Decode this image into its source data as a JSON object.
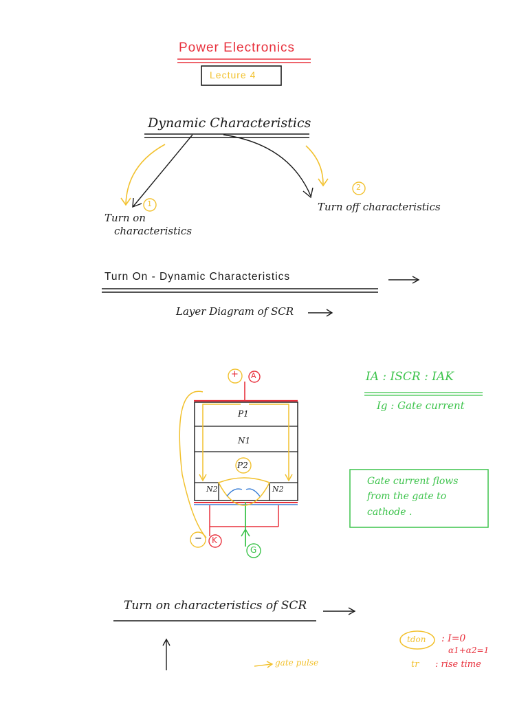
{
  "header": {
    "title": "Power Electronics",
    "lecture": "Lecture 4"
  },
  "dynamic": {
    "heading": "Dynamic Characteristics",
    "branch1_number": "1",
    "branch1_label_line1": "Turn on",
    "branch1_label_line2": "characteristics",
    "branch2_number": "2",
    "branch2_label": "Turn off characteristics"
  },
  "turn_on_section": {
    "heading": "Turn On - Dynamic Characteristics",
    "sub": "Layer Diagram of SCR"
  },
  "scr_diagram": {
    "plus_label": "+",
    "anode_label": "A",
    "layer_p1": "P1",
    "layer_n1": "N1",
    "layer_p2": "P2",
    "layer_n2_left": "N2",
    "layer_n2_right": "N2",
    "minus_label": "−",
    "cathode_label": "K",
    "gate_label": "G"
  },
  "notes": {
    "currents_line1": "IA : ISCR : IAK",
    "currents_line2": "Ig : Gate current",
    "box_text_line1": "Gate current flows",
    "box_text_line2": "from the gate to",
    "box_text_line3": "cathode ."
  },
  "turn_on_scr": {
    "heading": "Turn on characteristics of SCR",
    "gate_pulse": "gate pulse",
    "t_don": "tdon",
    "t_don_def": ": I=0",
    "alpha_eq": "α1+α2=1",
    "t_r": "tr",
    "t_r_def": ": rise time"
  },
  "colors": {
    "ink": "#1a1a1a",
    "red": "#e8303c",
    "yellow": "#f2c12e",
    "green": "#3cc34b",
    "blue": "#3b7fd6"
  }
}
